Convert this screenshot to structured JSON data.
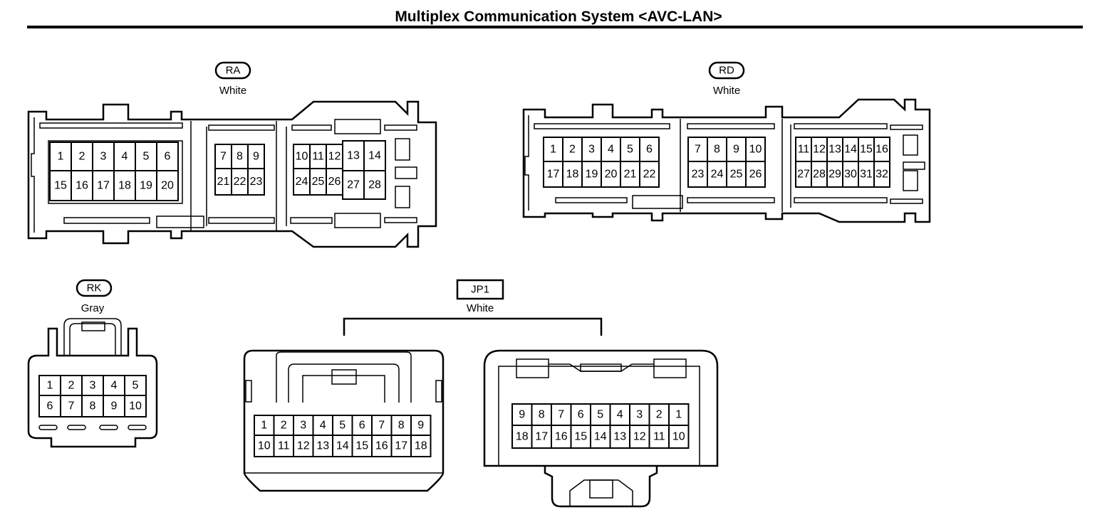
{
  "title": "Multiplex Communication System <AVC-LAN>",
  "connectors": {
    "ra": {
      "id": "RA",
      "color": "White",
      "groups": [
        {
          "top": [
            "1",
            "2",
            "3",
            "4",
            "5",
            "6"
          ],
          "bottom": [
            "15",
            "16",
            "17",
            "18",
            "19",
            "20"
          ]
        },
        {
          "top": [
            "7",
            "8",
            "9"
          ],
          "bottom": [
            "21",
            "22",
            "23"
          ]
        },
        {
          "top": [
            "10",
            "11",
            "12",
            "13",
            "14"
          ],
          "bottom": [
            "24",
            "25",
            "26",
            "27",
            "28"
          ]
        }
      ]
    },
    "rd": {
      "id": "RD",
      "color": "White",
      "groups": [
        {
          "top": [
            "1",
            "2",
            "3",
            "4",
            "5",
            "6"
          ],
          "bottom": [
            "17",
            "18",
            "19",
            "20",
            "21",
            "22"
          ]
        },
        {
          "top": [
            "7",
            "8",
            "9",
            "10"
          ],
          "bottom": [
            "23",
            "24",
            "25",
            "26"
          ]
        },
        {
          "top": [
            "11",
            "12",
            "13",
            "14",
            "15",
            "16"
          ],
          "bottom": [
            "27",
            "28",
            "29",
            "30",
            "31",
            "32"
          ]
        }
      ]
    },
    "rk": {
      "id": "RK",
      "color": "Gray",
      "groups": [
        {
          "top": [
            "1",
            "2",
            "3",
            "4",
            "5"
          ],
          "bottom": [
            "6",
            "7",
            "8",
            "9",
            "10"
          ]
        }
      ]
    },
    "jp1": {
      "id": "JP1",
      "color": "White",
      "groups": [
        {
          "top": [
            "1",
            "2",
            "3",
            "4",
            "5",
            "6",
            "7",
            "8",
            "9"
          ],
          "bottom": [
            "10",
            "11",
            "12",
            "13",
            "14",
            "15",
            "16",
            "17",
            "18"
          ]
        },
        {
          "top": [
            "9",
            "8",
            "7",
            "6",
            "5",
            "4",
            "3",
            "2",
            "1"
          ],
          "bottom": [
            "18",
            "17",
            "16",
            "15",
            "14",
            "13",
            "12",
            "11",
            "10"
          ]
        }
      ]
    }
  }
}
